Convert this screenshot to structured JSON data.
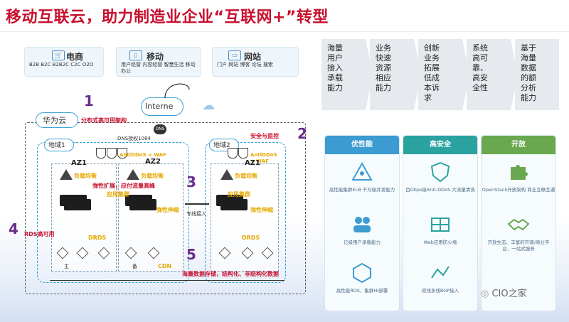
{
  "title": "移动互联云，助力制造业企业“互联网+”转型",
  "channels": [
    {
      "name": "电商",
      "desc": "B2B B2C B2B2C C2C O2O",
      "icon": "cart-icon"
    },
    {
      "name": "移动",
      "desc": "用户经营 内容经营 智慧生活 移动办公",
      "icon": "mobile-icon"
    },
    {
      "name": "网站",
      "desc": "门户 网站 博客 论坛 搜索",
      "icon": "web-icon"
    }
  ],
  "capabilities": [
    "海量用户接入承载能力",
    "业务快速资源相应能力",
    "创新业务拓展低成本诉求",
    "系统高可靠、高安全性",
    "基于海量数据的额分析能力"
  ],
  "panels": [
    {
      "header": "优性能",
      "color": "#3c9bd0",
      "icon": "gauge-icon",
      "items": [
        "高性能集群ELB 千万级并发能力",
        "亿级用户承载能力",
        "高性能RDS、集群HI部署"
      ]
    },
    {
      "header": "高安全",
      "color": "#2aa3a0",
      "icon": "shield-icon",
      "items": [
        "百Gbps级Anti-DDoS 大流量清洗",
        "Web应用防火墙",
        "双线多线BGP接入"
      ]
    },
    {
      "header": "开放",
      "color": "#6aa84f",
      "icon": "handshake-icon",
      "items": [
        "OpenStack开放架构 商业互联互通",
        "开放生态、丰富的开源/商业平台，一站式服务",
        ""
      ]
    }
  ],
  "diagram": {
    "huawei_cloud": "华为云",
    "internet": "Interne",
    "dns": "DNS",
    "dns_label": "DNS授权1084",
    "region1": "地域1",
    "region2": "地域2",
    "az1": "AZ1",
    "az2": "AZ2",
    "az1_r2": "AZ1",
    "elb": "负载均衡",
    "anti": "AntiDDoS + WAF",
    "anti2": "AntiDDoS + WAF",
    "app_cluster": "应用集群",
    "elastic": "弹性伸缩",
    "dedicated": "专线接入",
    "drds": "DRDS",
    "cdn": "CDN",
    "main_label": "主",
    "backup_label": "备",
    "label1": "分布式高可用架构",
    "label2": "安全与监控",
    "label3": "弹性扩展，应付流量高峰",
    "label4": "RDS高可用",
    "label5": "海量数据存储，结构化、非结构化数据",
    "num1": "1",
    "num2": "2",
    "num3": "3",
    "num4": "4",
    "num5": "5"
  },
  "watermark": "CIO之家"
}
